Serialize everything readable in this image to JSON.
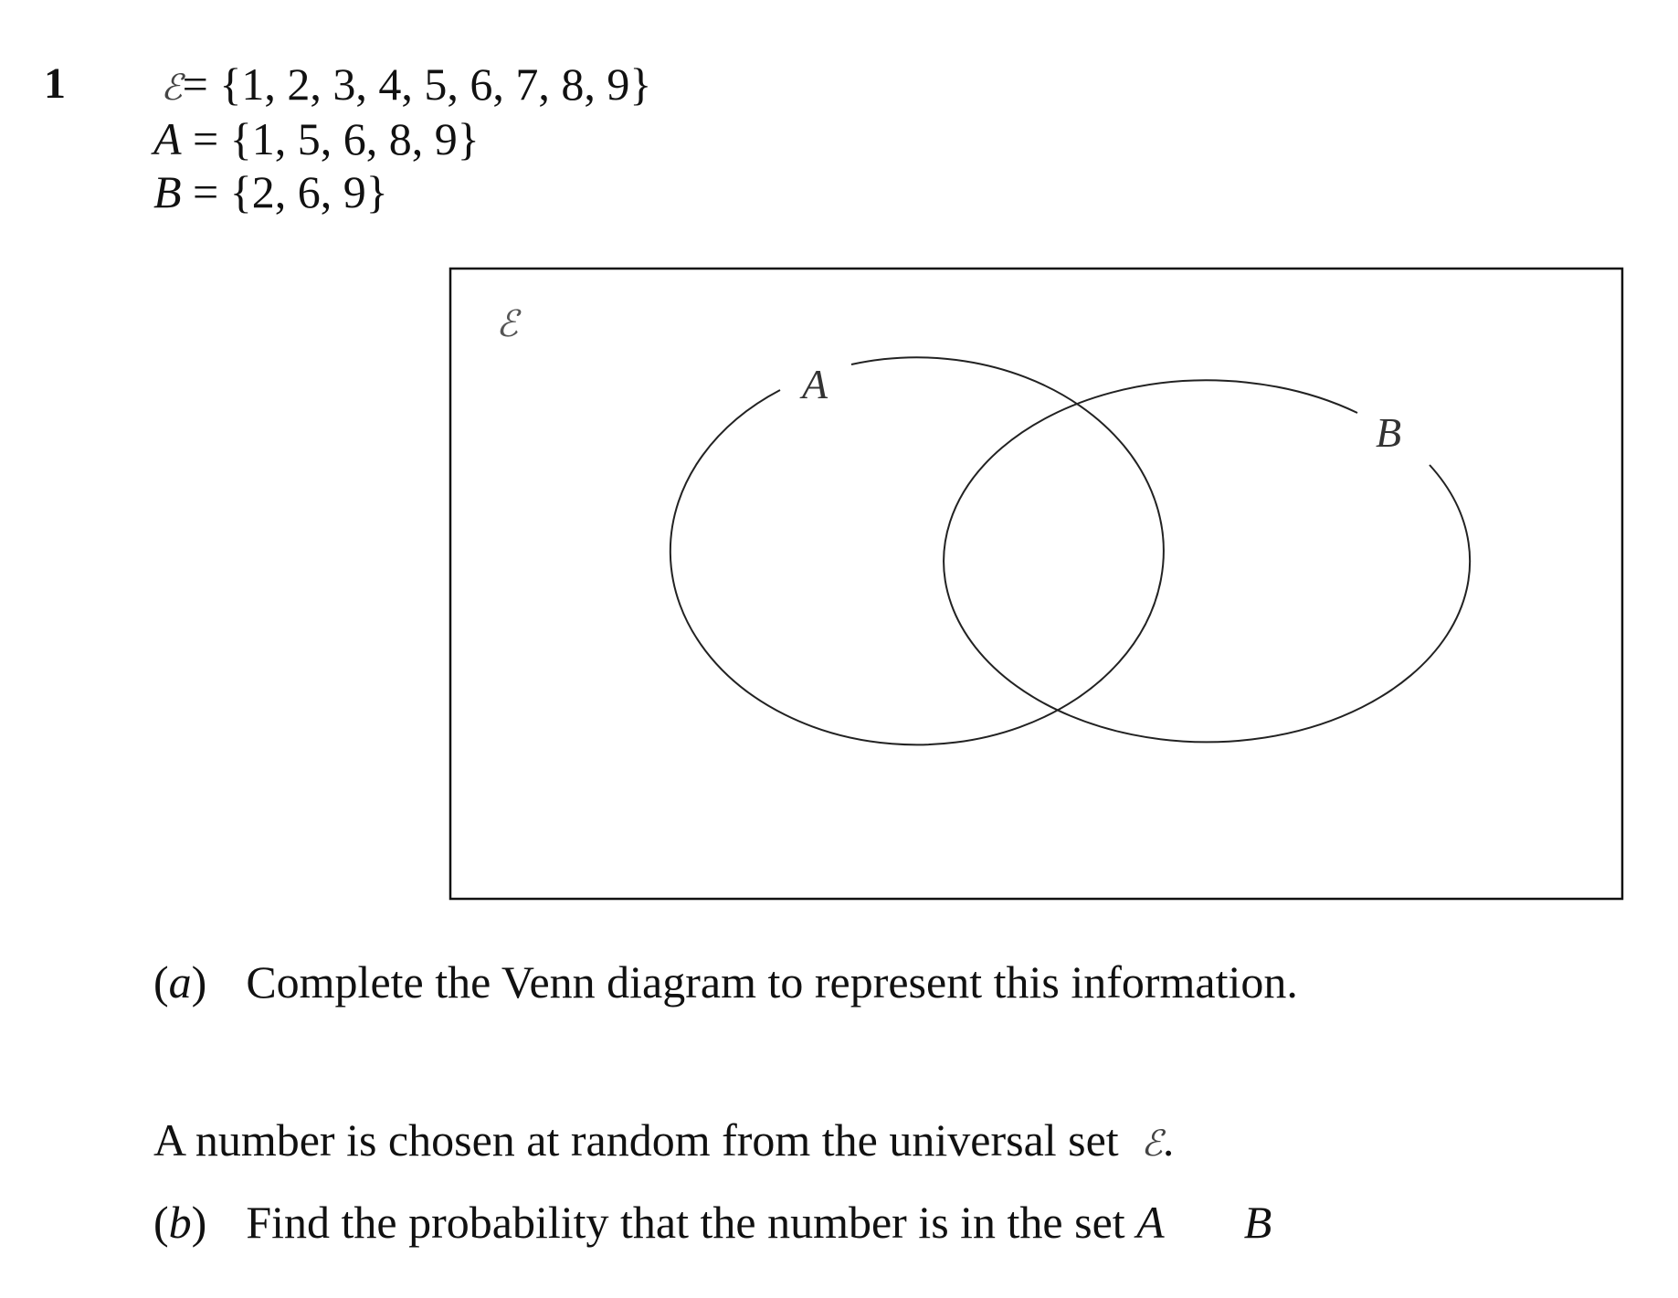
{
  "question": {
    "number": "1",
    "universal_symbol": "ℰ",
    "universal_set": "= {1, 2, 3, 4, 5, 6, 7, 8, 9}",
    "set_a_name": "A",
    "set_a_def": " = {1, 5, 6, 8, 9}",
    "set_b_name": "B",
    "set_b_def": " = {2, 6, 9}"
  },
  "diagram": {
    "universal_label": "ℰ",
    "label_a": "A",
    "label_b": "B"
  },
  "part_a": {
    "letter": "a",
    "text": "Complete the Venn diagram to represent this information."
  },
  "intro": {
    "text": "A number is chosen at random from the universal set",
    "symbol": "ℰ",
    "end": "."
  },
  "part_b": {
    "letter": "b",
    "text": "Find the probability that the number is in the set",
    "set_a": "A",
    "set_b": "B"
  }
}
